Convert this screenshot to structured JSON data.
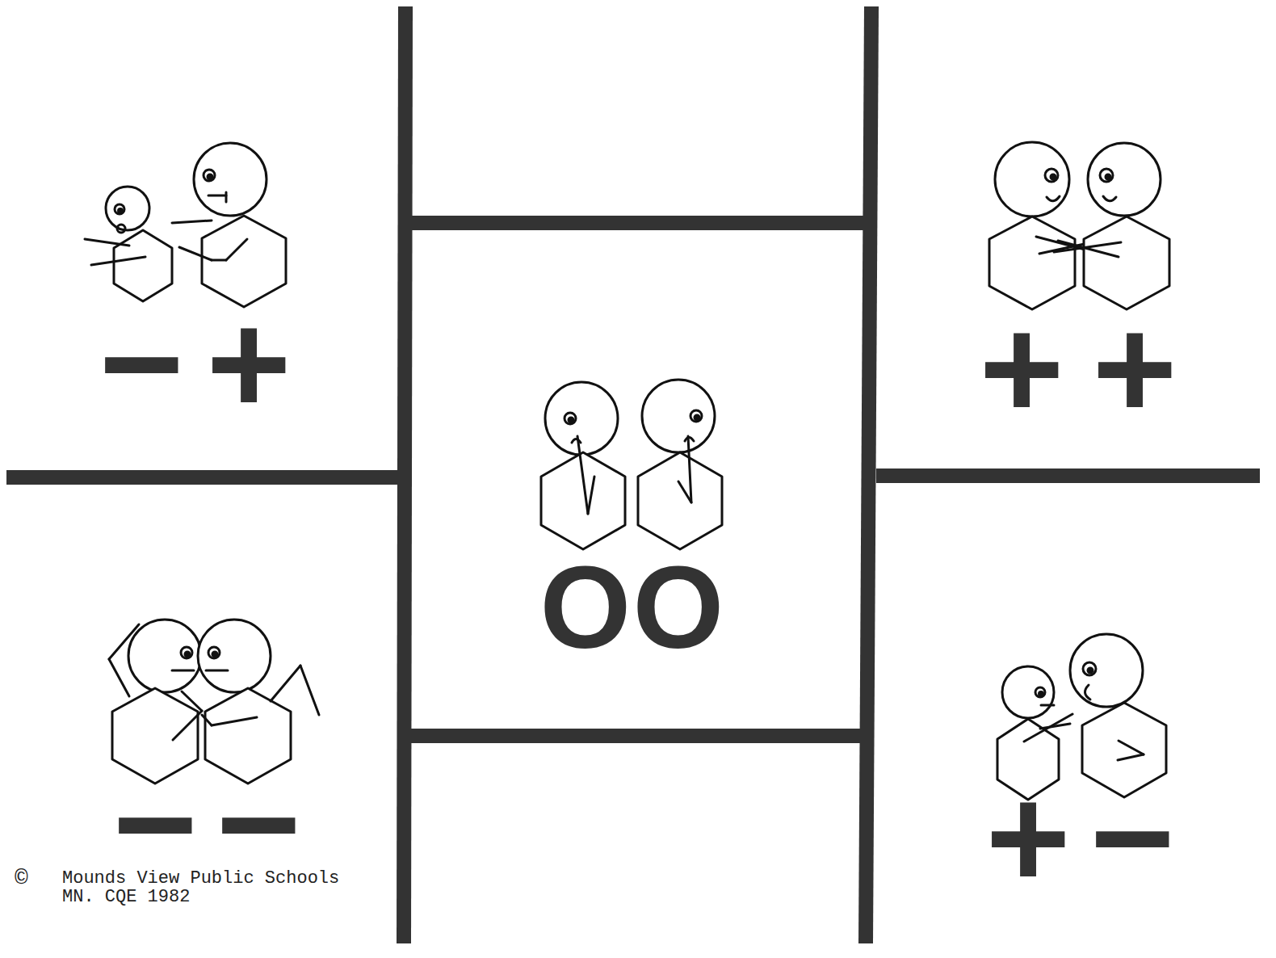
{
  "diagram": {
    "labels": [
      "−",
      "+",
      "+",
      "+",
      "O",
      "O",
      "−",
      "−",
      "+",
      "−",
      "©",
      "Mounds View Public Schools",
      "MN. CQE 1982"
    ]
  }
}
